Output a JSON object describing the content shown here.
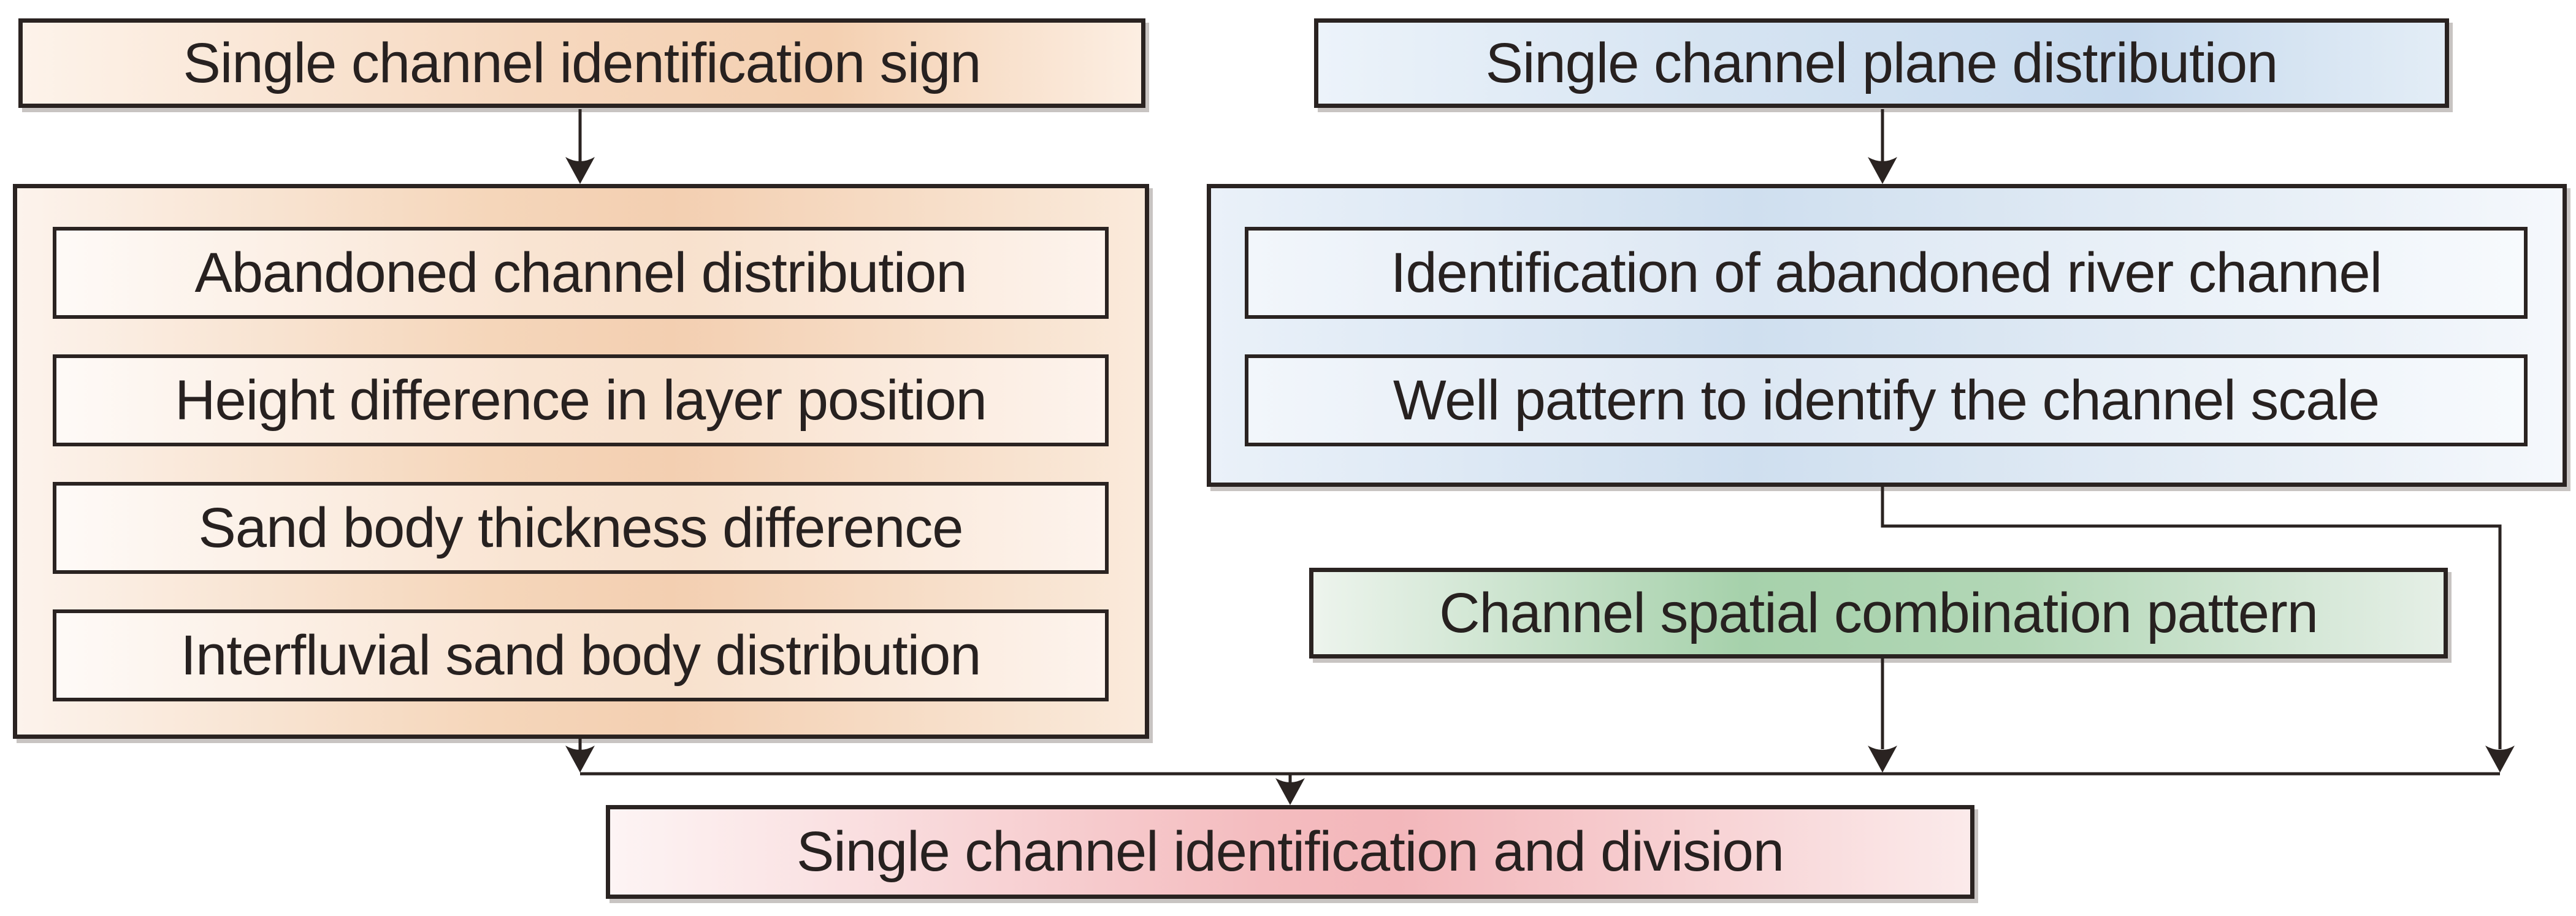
{
  "flowchart": {
    "top_left_box": {
      "label": "Single channel identification sign",
      "fill": "#f4d0b1"
    },
    "top_right_box": {
      "label": "Single channel plane distribution",
      "fill": "#c7daee"
    },
    "left_panel": {
      "items": [
        {
          "label": "Abandoned channel distribution"
        },
        {
          "label": "Height difference in layer position"
        },
        {
          "label": "Sand body thickness difference"
        },
        {
          "label": "Interfluvial sand body distribution"
        }
      ]
    },
    "right_panel": {
      "items": [
        {
          "label": "Identification of abandoned river channel"
        },
        {
          "label": "Well pattern to identify the channel scale"
        }
      ]
    },
    "pattern_box": {
      "label": "Channel spatial combination pattern",
      "fill": "#a6d1ab"
    },
    "result_box": {
      "label": "Single channel identification and division",
      "fill": "#f3b7bb"
    },
    "line_color": "#2a2321",
    "text_color": "#272120"
  }
}
